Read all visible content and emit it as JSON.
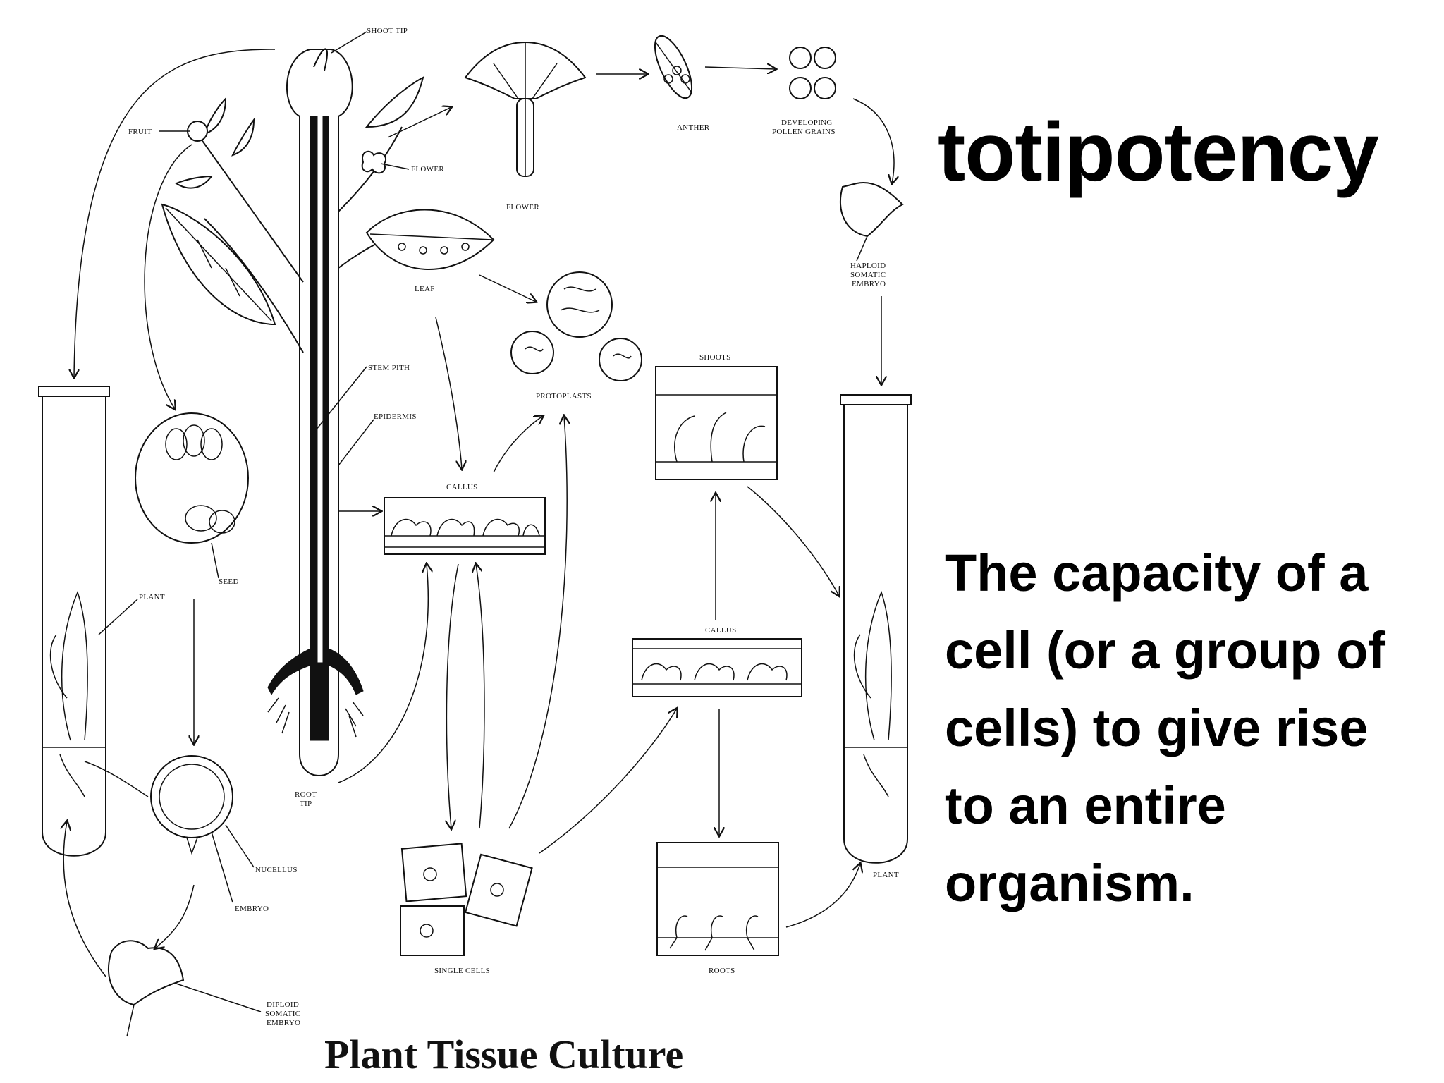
{
  "heading": "totipotency",
  "definition": "The capacity of a cell (or a group of cells) to give rise to an entire organism.",
  "caption": "Plant Tissue Culture",
  "labels": {
    "shoot_tip": "SHOOT TIP",
    "fruit": "FRUIT",
    "flower_stem": "FLOWER",
    "flower": "FLOWER",
    "anther": "ANTHER",
    "developing_pollen_1": "DEVELOPING",
    "developing_pollen_2": "POLLEN GRAINS",
    "haploid_1": "HAPLOID",
    "haploid_2": "SOMATIC",
    "haploid_3": "EMBRYO",
    "leaf": "LEAF",
    "protoplasts": "PROTOPLASTS",
    "shoots": "SHOOTS",
    "stem_pith": "STEM PITH",
    "epidermis": "EPIDERMIS",
    "callus_top": "CALLUS",
    "callus_right": "CALLUS",
    "seed": "SEED",
    "plant_left": "PLANT",
    "root_tip_1": "ROOT",
    "root_tip_2": "TIP",
    "nucellus": "NUCELLUS",
    "embryo": "EMBRYO",
    "single_cells": "SINGLE CELLS",
    "roots": "ROOTS",
    "plant_right": "PLANT",
    "diploid_1": "DIPLOID",
    "diploid_2": "SOMATIC",
    "diploid_3": "EMBRYO"
  }
}
